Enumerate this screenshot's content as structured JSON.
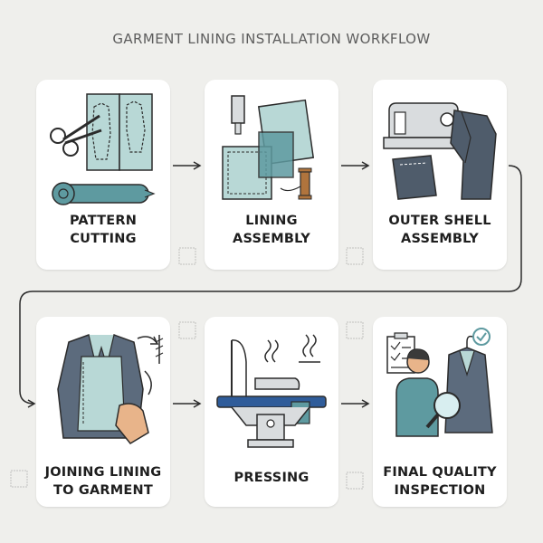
{
  "title": "GARMENT LINING INSTALLATION WORKFLOW",
  "colors": {
    "background": "#efefec",
    "card": "#ffffff",
    "outline": "#2b2b2b",
    "teal": "#5e9aa0",
    "teal_light": "#b8d8d6",
    "slate": "#5c6b7d",
    "brown": "#b0743d",
    "machine": "#d9dcde"
  },
  "steps": [
    {
      "id": "pattern-cutting",
      "line1": "PATTERN",
      "line2": "CUTTING"
    },
    {
      "id": "lining-assembly",
      "line1": "LINING",
      "line2": "ASSEMBLY"
    },
    {
      "id": "outer-shell-assembly",
      "line1": "OUTER SHELL",
      "line2": "ASSEMBLY"
    },
    {
      "id": "joining-lining",
      "line1": "JOINING LINING",
      "line2": "TO GARMENT"
    },
    {
      "id": "pressing",
      "line1": "PRESSING",
      "line2": ""
    },
    {
      "id": "final-quality-inspection",
      "line1": "FINAL QUALITY",
      "line2": "INSPECTION"
    }
  ]
}
